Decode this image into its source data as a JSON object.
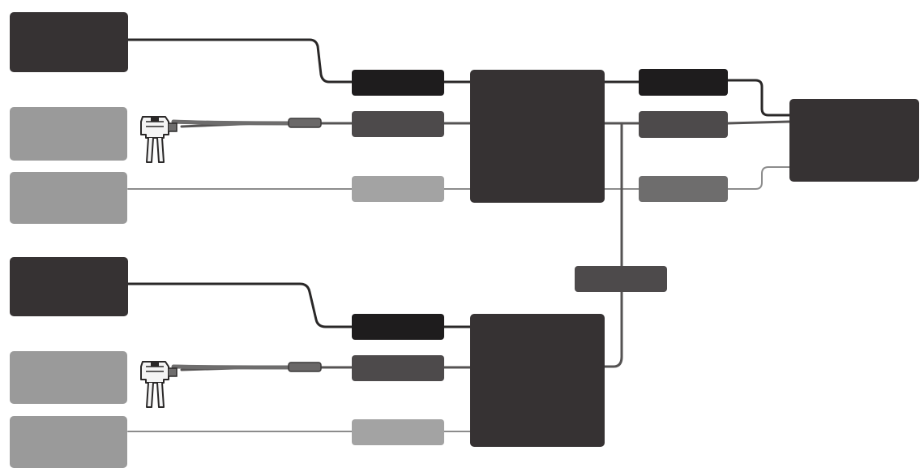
{
  "diagram": {
    "colors": {
      "background": "#ffffff",
      "dark_block": "#363233",
      "black_block": "#1e1c1d",
      "mid_block": "#4d4a4b",
      "light_block": "#9a9a9a",
      "gray_block": "#6e6d6d",
      "pale_block": "#a3a3a3",
      "line_dark": "#2a2828",
      "line_mid": "#555353",
      "line_light": "#8c8c8c"
    },
    "icons": [
      "fuse-tap-icon",
      "fuse-tap-icon"
    ],
    "groups": [
      {
        "name": "upper-group",
        "sources": [
          "dark",
          "light",
          "light"
        ],
        "inputs": [
          "black",
          "mid",
          "pale"
        ],
        "hub": "dark"
      },
      {
        "name": "lower-group",
        "sources": [
          "dark",
          "light",
          "light"
        ],
        "inputs": [
          "black",
          "mid",
          "pale"
        ],
        "hub": "dark"
      }
    ],
    "outputs": [
      "black",
      "mid",
      "gray"
    ],
    "bridge": "mid",
    "destination": "dark"
  }
}
